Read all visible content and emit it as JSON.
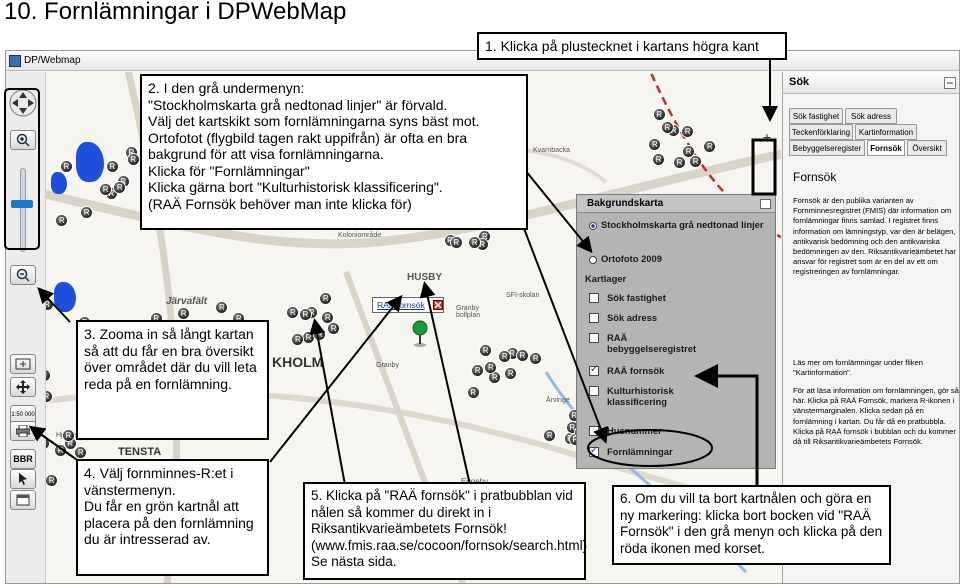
{
  "slide_title": "10. Fornlämningar i DPWebMap",
  "window_title": "DP/Webmap",
  "left_tools": {
    "scale_label": "1:50 000",
    "bbr_label": "BBR"
  },
  "map": {
    "labels": {
      "husby": "HUSBY",
      "jarvafaltet": "Järvafält",
      "kholm": "KHOLM",
      "tensta": "TENSTA",
      "hjulsta": "Hjulsta-",
      "granby": "Granby",
      "granby_bollplan": "Granby bollplan",
      "sfi": "SFI-skolan",
      "arvinge": "Årvinge",
      "egleby": "Eggeby",
      "kolonio": "Koloniområde",
      "kvarnbacka": "Kvarnbacka"
    },
    "bubble_label": "RAÄ fornsök"
  },
  "right_panel": {
    "title": "Sök",
    "tabs": [
      "Sök fastighet",
      "Sök adress",
      "Teckenförklaring",
      "Kartinformation",
      "Bebyggelseregister",
      "Fornsök",
      "Översikt"
    ],
    "section_title": "Fornsök",
    "para1": "Fornsök är den publika varianten av Fornminnesregistret (FMIS) där information om fornlämningar finns samlad. I registret finns information om lämningstyp, var den är belägen, antikvarisk bedömning och den antikvariska bedömningen av den. Riksantikvarieämbetet har ansvar för registret som är en del av ett om registreringen av fornlämningar.",
    "para2": "Läs mer om fornlämningar under fliken \"Kartinformation\".",
    "para3": "För att läsa information om fornlämningen, gör så här. Klicka på RAÄ Fornsök, markera R-ikonen i vänstermarginalen. Klicka sedan på en fornlämning i kartan. Du får då en pratbubbla. Klicka på RAÄ fornsök i bubblan och du kommer då till Riksantikvarieämbetets Fornsök."
  },
  "background_menu": {
    "title": "Bakgrundskarta",
    "radio1": "Stockholmskarta grå nedtonad linjer",
    "radio2": "Ortofoto 2009",
    "overlays_title": "Kartlager",
    "items": [
      {
        "label": "Sök fastighet",
        "checked": false
      },
      {
        "label": "Sök adress",
        "checked": false
      },
      {
        "label": "RAÄ bebyggelseregistret",
        "checked": false
      },
      {
        "label": "RAÄ fornsök",
        "checked": true
      },
      {
        "label": "Kulturhistorisk klassificering",
        "checked": false
      },
      {
        "label": "Husnummer",
        "checked": false
      },
      {
        "label": "Fornlämningar",
        "checked": true
      }
    ]
  },
  "callouts": {
    "c1": "1. Klicka på plustecknet i kartans högra kant",
    "c2": "2. I den grå undermenyn:\n\"Stockholmskarta grå nedtonad linjer\" är förvald.\nVälj det kartskikt som fornlämningarna syns bäst mot.\nOrtofotot (flygbild tagen rakt uppifrån) är ofta en bra bakgrund för att visa fornlämningarna.\nKlicka för \"Fornlämningar\"\nKlicka gärna bort \"Kulturhistorisk klassificering\".\n(RAÄ Fornsök behöver man inte klicka för)",
    "c3": "3. Zooma in så långt kartan så att du får en bra översikt över området där du vill leta reda på en fornlämning.",
    "c4": "4. Välj fornminnes-R:et i vänstermenyn.\nDu får en grön kartnål att placera på den fornlämning du är intresserad av.",
    "c5": "5. Klicka på \"RAÄ fornsök\" i pratbubblan vid nålen så kommer du direkt in i Riksantikvarieämbetets Fornsök!\n(www.fmis.raa.se/cocoon/fornsok/search.html)\nSe nästa sida.",
    "c6": "6. Om du vill ta bort kartnålen och göra en ny markering: klicka bort bocken vid \"RAÄ Fornsök\" i den grå menyn och klicka på den röda ikonen med korset."
  },
  "colors": {
    "lake": "#1f4fd8",
    "pin": "#1a9b3a",
    "slider": "#1f78c8",
    "red_icon": "#d03030",
    "rail": "#c03030"
  }
}
